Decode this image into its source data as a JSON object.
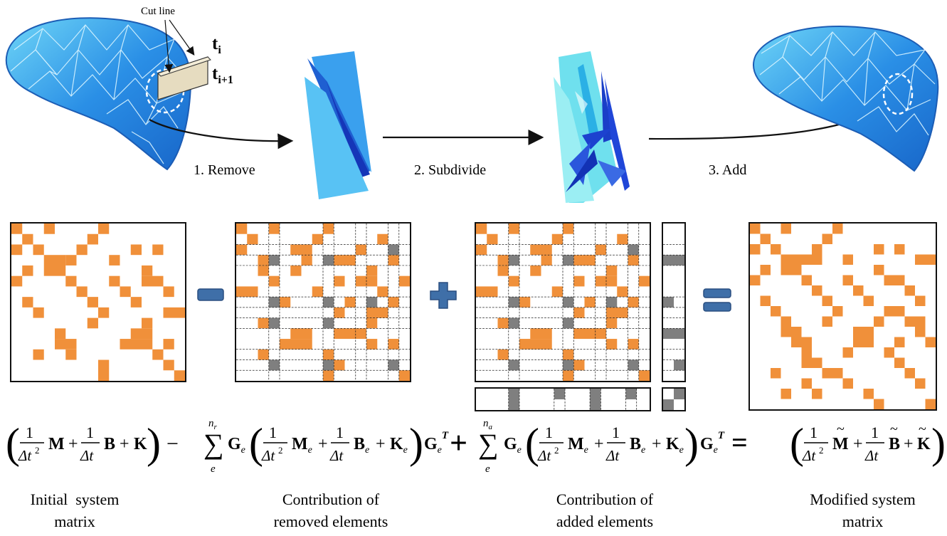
{
  "header": {
    "cut_line_label": "Cut line",
    "t_i": "t",
    "t_i_sub": "i",
    "t_i1": "t",
    "t_i1_sub": "i+1"
  },
  "steps": [
    {
      "label": "1. Remove"
    },
    {
      "label": "2. Subdivide"
    },
    {
      "label": "3. Add"
    }
  ],
  "captions": [
    {
      "line1": "Initial  system",
      "line2": "matrix"
    },
    {
      "line1": "Contribution of",
      "line2": "removed elements"
    },
    {
      "line1": "Contribution of",
      "line2": "added elements"
    },
    {
      "line1": "Modified system",
      "line2": "matrix"
    }
  ],
  "formulas": {
    "initial": "(1/Δt² M + 1/Δt B + K)",
    "removed": "− Σₑ^{n_r} Gₑ (1/Δt² Mₑ + 1/Δt Bₑ + Kₑ) Gₑᵀ",
    "added": "+ Σₑ^{n_a} Gₑ (1/Δt² Mₑ + 1/Δt Bₑ + Kₑ) Gₑᵀ",
    "modified": "= (1/Δt² M̃ + 1/Δt B̃ + K̃)",
    "sum_upper_r": "n_r",
    "sum_upper_a": "n_a",
    "sum_lower": "e"
  },
  "colors": {
    "orange": "#f0903a",
    "gray": "#7f7f7f",
    "operator_blue": "#3f6fa8",
    "mesh_blue": "#2f8fe0",
    "mesh_light": "#63d0f5"
  }
}
